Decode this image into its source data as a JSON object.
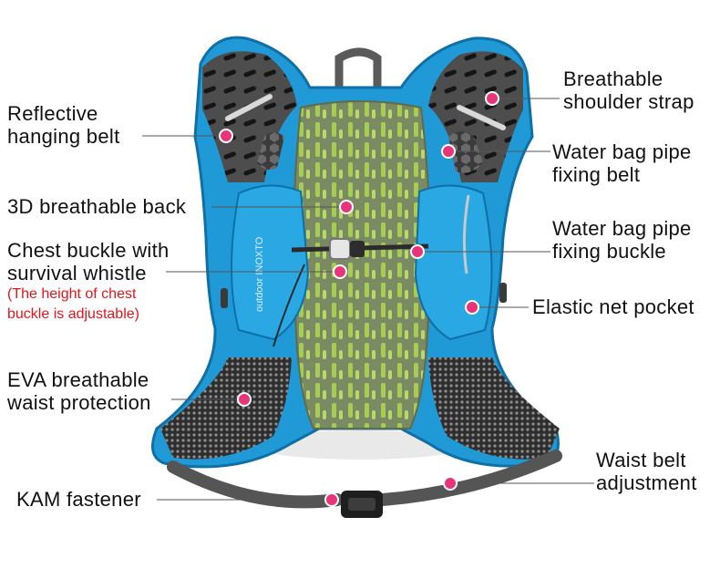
{
  "callouts": {
    "reflective_hanging_belt": "Reflective\nhanging belt",
    "breathable_back": "3D breathable back",
    "chest_buckle": "Chest buckle with\nsurvival whistle",
    "chest_buckle_note": "(The height of chest\nbuckle is adjustable)",
    "eva_waist_protection": "EVA breathable\nwaist protection",
    "kam_fastener": "KAM fastener",
    "shoulder_strap": "Breathable\nshoulder strap",
    "pipe_fixing_belt": "Water bag pipe\nfixing belt",
    "pipe_fixing_buckle": "Water bag pipe\nfixing buckle",
    "elastic_net_pocket": "Elastic net pocket",
    "waist_belt_adjustment": "Waist belt\nadjustment"
  },
  "brand_print": "outdoor INOXTO",
  "colors": {
    "body_blue": "#1f9ad6",
    "mesh_grey": "#5a5a5a",
    "back_green": "#9bc25a",
    "marker_pink": "#e8357a",
    "note_red": "#e4141b",
    "strap_grey": "#555555"
  }
}
